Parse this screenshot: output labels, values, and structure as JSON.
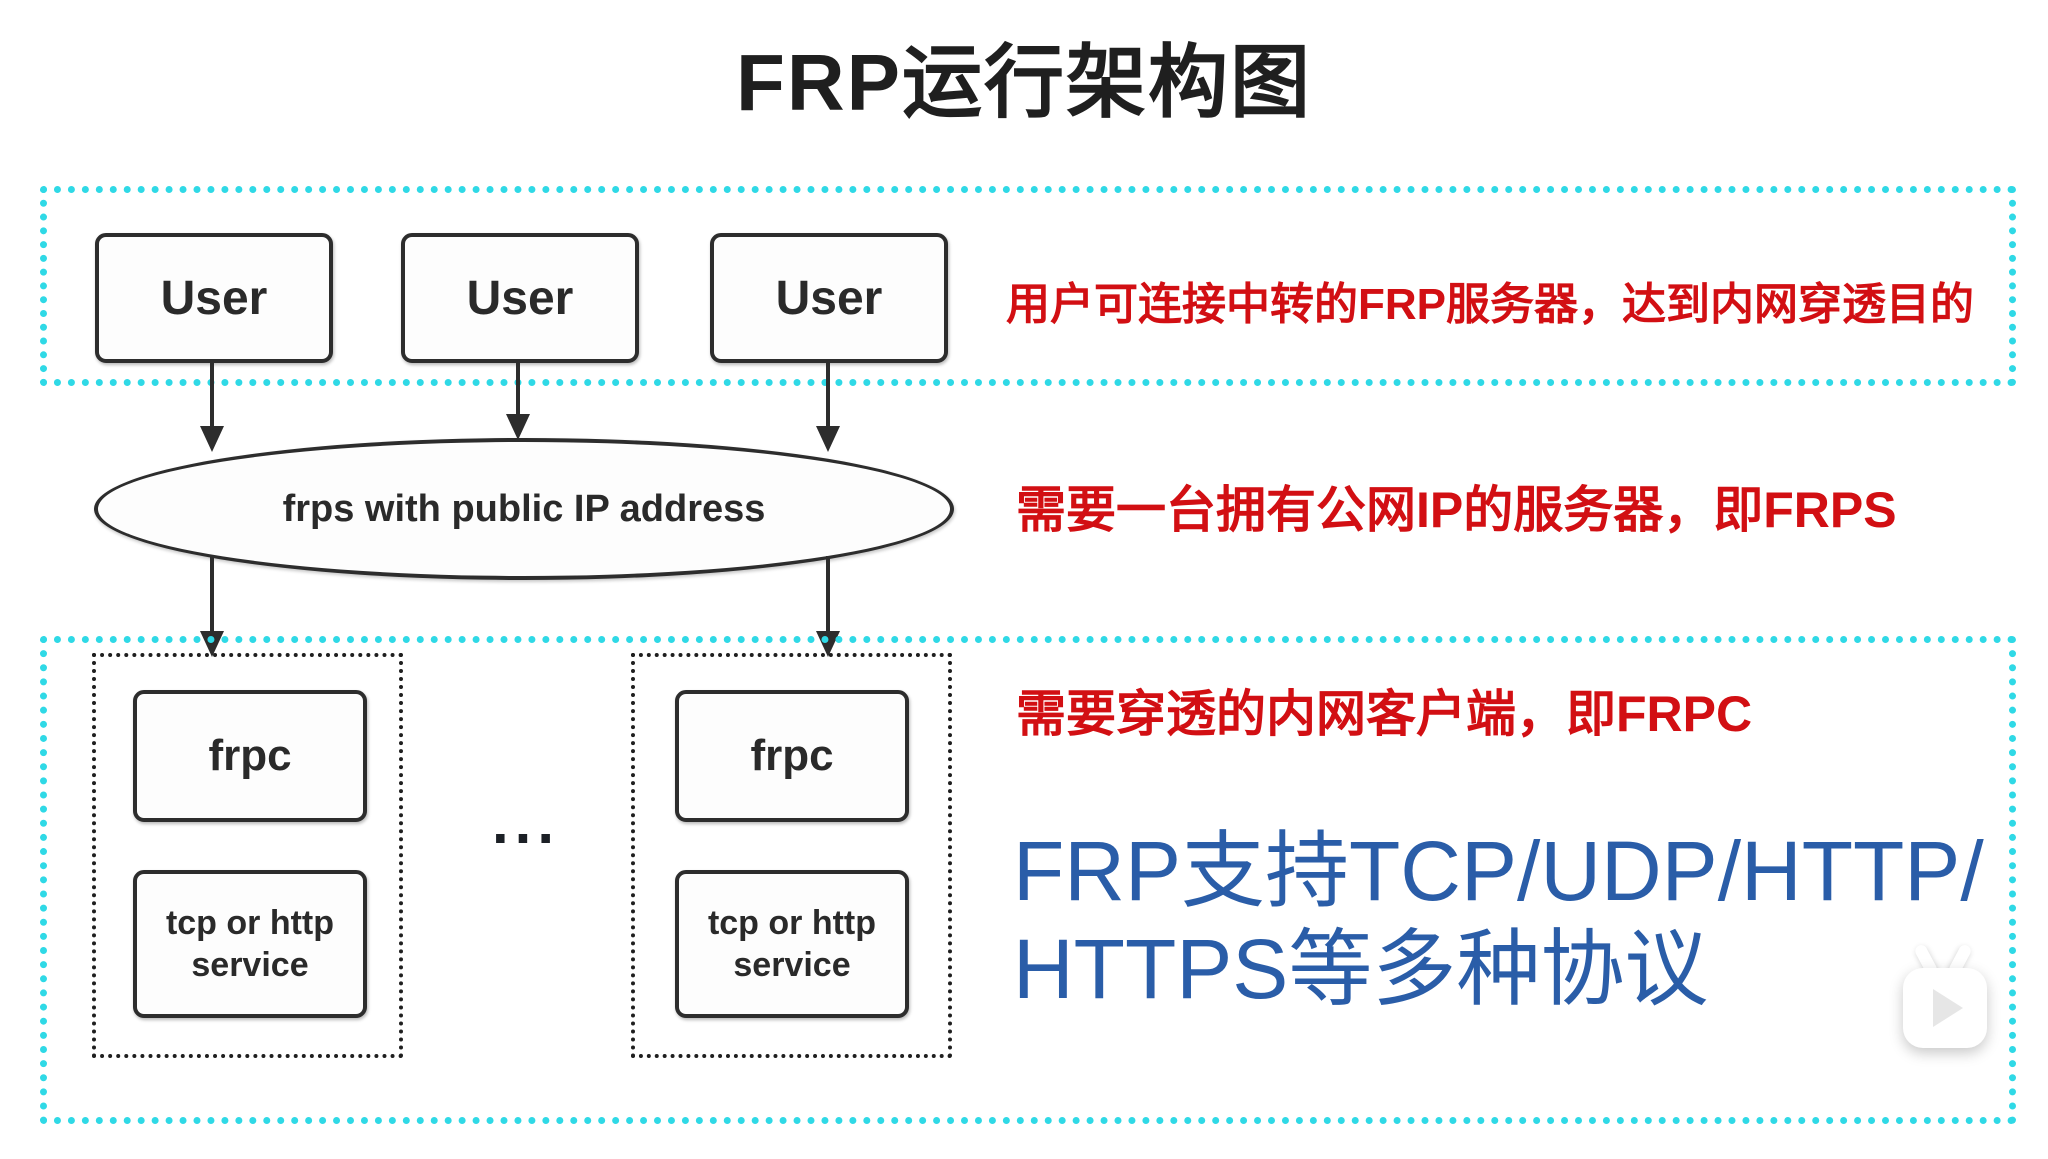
{
  "title": "FRP运行架构图",
  "colors": {
    "zone_border_cyan": "#2fd9e6",
    "node_border": "#2d2d2d",
    "annotation_red": "#d20f13",
    "protocol_blue": "#2a5da8"
  },
  "nodes": {
    "users": [
      {
        "label": "User"
      },
      {
        "label": "User"
      },
      {
        "label": "User"
      }
    ],
    "frps": {
      "label": "frps with public IP address"
    },
    "clients": [
      {
        "frpc_label": "frpc",
        "service_label": "tcp or http service"
      },
      {
        "frpc_label": "frpc",
        "service_label": "tcp or http service"
      }
    ],
    "ellipsis": "..."
  },
  "annotations": {
    "users_note": "用户可连接中转的FRP服务器，达到内网穿透目的",
    "frps_note": "需要一台拥有公网IP的服务器，即FRPS",
    "frpc_note": "需要穿透的内网客户端，即FRPC",
    "protocol_line1": "FRP支持TCP/UDP/HTTP/",
    "protocol_line2": "HTTPS等多种协议"
  },
  "icons": {
    "watermark": "tv-play-icon"
  }
}
